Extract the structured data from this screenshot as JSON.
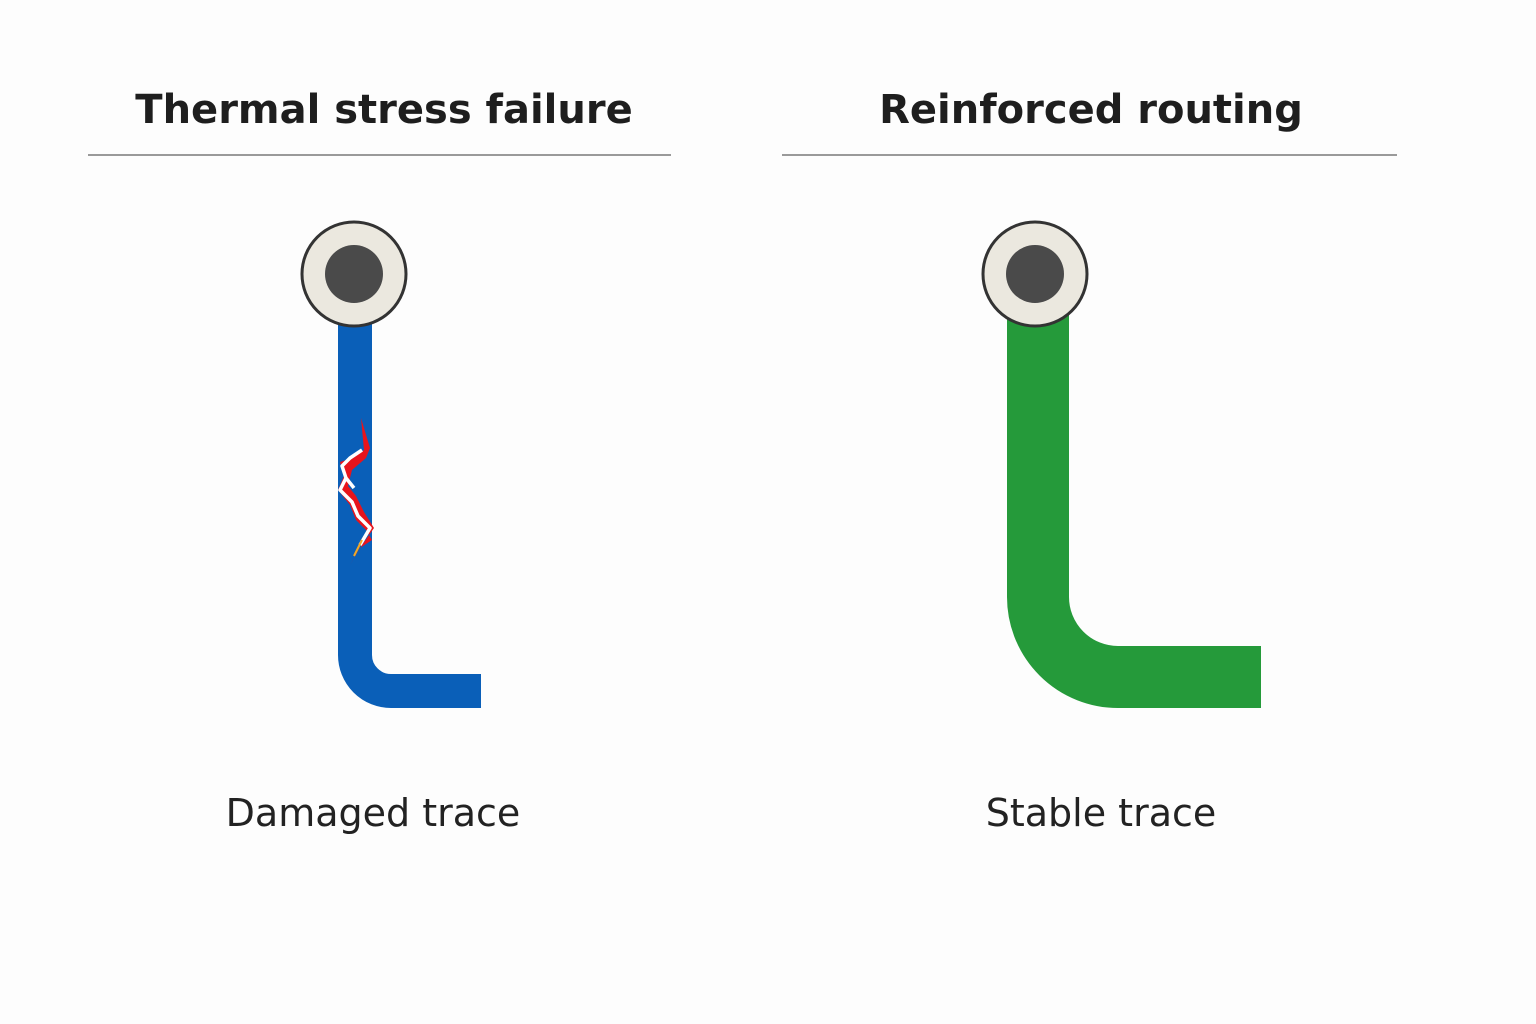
{
  "panels": [
    {
      "title": "Thermal stress failure",
      "caption": "Damaged trace",
      "trace_color": "#0a5fb8",
      "crack_color": "#e8141c",
      "state": "damaged"
    },
    {
      "title": "Reinforced routing",
      "caption": "Stable trace",
      "trace_color": "#259a3a",
      "state": "stable"
    }
  ],
  "colors": {
    "pad_ring": "#ebe8df",
    "pad_hole": "#4a4a4a",
    "pad_outline": "#333333",
    "divider": "#9a9a9a"
  }
}
